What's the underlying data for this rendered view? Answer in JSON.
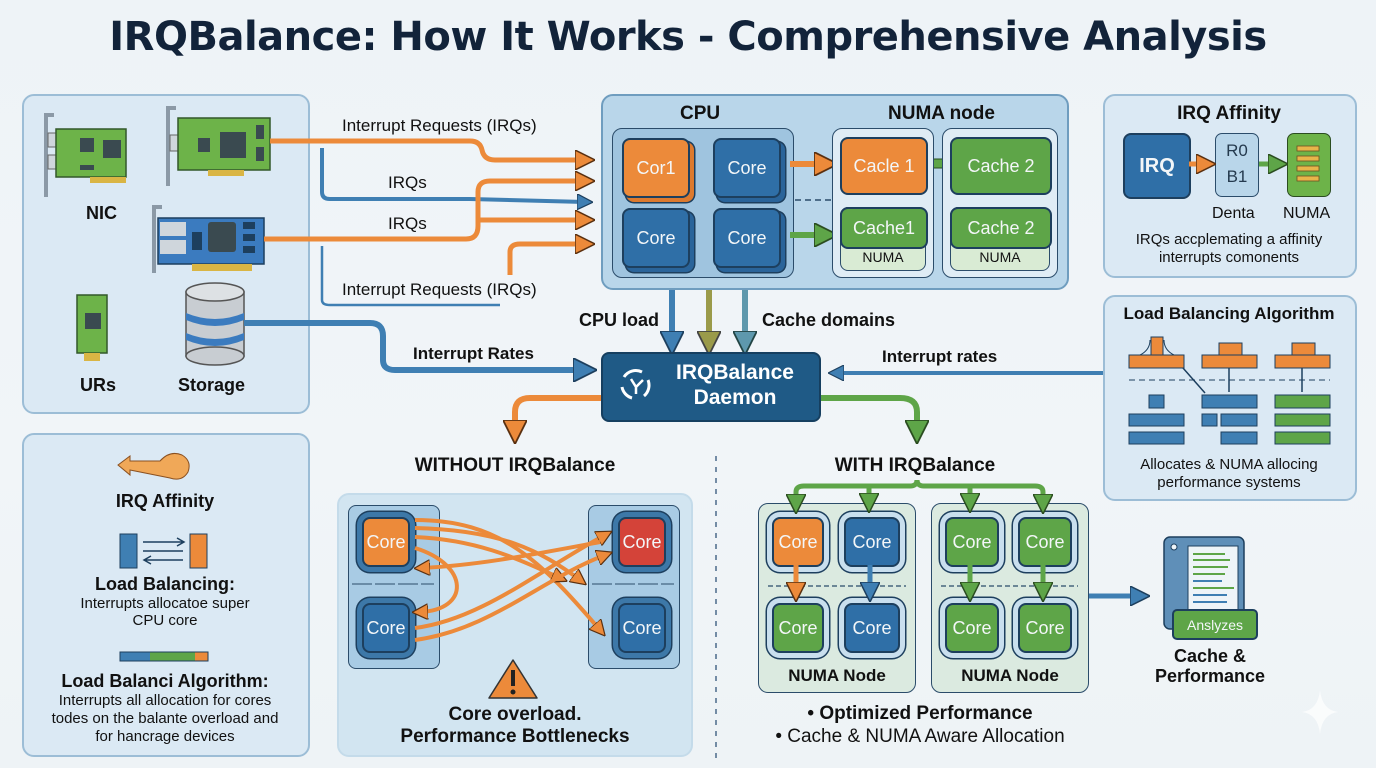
{
  "title": "IRQBalance: How It Works - Comprehensive Analysis",
  "devices": {
    "nic_label": "NIC",
    "urs_label": "URs",
    "storage_label": "Storage"
  },
  "flows": {
    "irq_top": "Interrupt Requests (IRQs)",
    "irqs_1": "IRQs",
    "irqs_2": "IRQs",
    "irq_bottom": "Interrupt Requests (IRQs)",
    "interrupt_rates_left": "Interrupt Rates",
    "cpu_load": "CPU load",
    "cache_domains": "Cache domains",
    "interrupt_rates_right": "Interrupt rates"
  },
  "cpu_panel": {
    "cpu_title": "CPU",
    "numa_title": "NUMA node",
    "cores": [
      "Cor1",
      "Core",
      "Core",
      "Core"
    ],
    "caches": {
      "cache_1_top": "Cacle 1",
      "cache_2_top": "Cache 2",
      "cache_1_bottom": "Cache1",
      "cache_2_bottom": "Cache 2",
      "numa_1": "NUMA",
      "numa_2": "NUMA"
    }
  },
  "daemon": {
    "line1": "IRQBalance",
    "line2": "Daemon"
  },
  "irq_affinity_panel": {
    "title": "IRQ Affinity",
    "irq_box": "IRQ",
    "reg_line1": "R0",
    "reg_line2": "B1",
    "denta_label": "Denta",
    "numa_label": "NUMA",
    "desc_line1": "IRQs accplemating a affinity",
    "desc_line2": "interrupts comonents"
  },
  "lb_algo_panel": {
    "title": "Load Balancing Algorithm",
    "desc_line1": "Allocates & NUMA allocing",
    "desc_line2": "performance systems"
  },
  "legend_panel": {
    "irq_affinity": "IRQ Affinity",
    "load_balancing_title": "Load Balancing:",
    "load_balancing_line1": "Interrupts allocatoe super",
    "load_balancing_line2": "CPU core",
    "algo_title": "Load Balanci Algorithm:",
    "algo_line1": "Interrupts all allocation for cores",
    "algo_line2": "todes on the balante overload and",
    "algo_line3": "for hancrage devices"
  },
  "without": {
    "title": "WITHOUT IRQBalance",
    "cores": [
      "Core",
      "Core",
      "Core",
      "Core"
    ],
    "warning_line1": "Core overload.",
    "warning_line2": "Performance Bottlenecks"
  },
  "with": {
    "title": "WITH IRQBalance",
    "cores": [
      "Core",
      "Core",
      "Core",
      "Core",
      "Core",
      "Core",
      "Core",
      "Core"
    ],
    "node_label_1": "NUMA Node",
    "node_label_2": "NUMA Node",
    "bullet_1": "• Optimized Performance",
    "bullet_2": "• Cache & NUMA Aware Allocation"
  },
  "analyzes": {
    "badge": "Anslyzes",
    "line1": "Cache &",
    "line2": "Performance"
  },
  "colors": {
    "orange": "#ec8a3a",
    "blue": "#2f6fa7",
    "green": "#5ea548",
    "red": "#d44339",
    "navy": "#1f5a86"
  }
}
